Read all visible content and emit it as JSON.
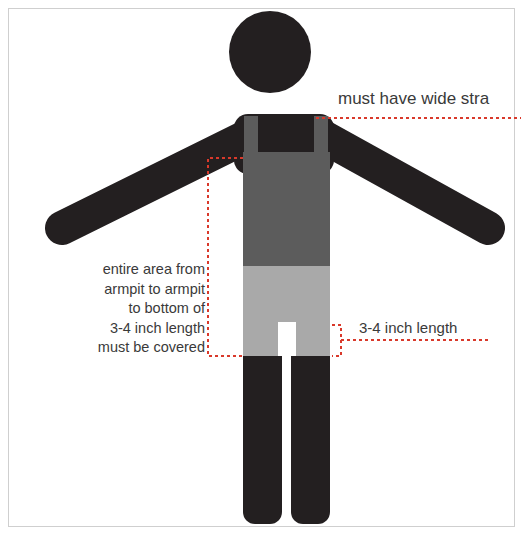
{
  "diagram": {
    "labels": [
      "must have wide stra",
      "entire area from armpit to armpit to bottom of 3-4 inch length must be covered",
      "3-4 inch length"
    ]
  }
}
